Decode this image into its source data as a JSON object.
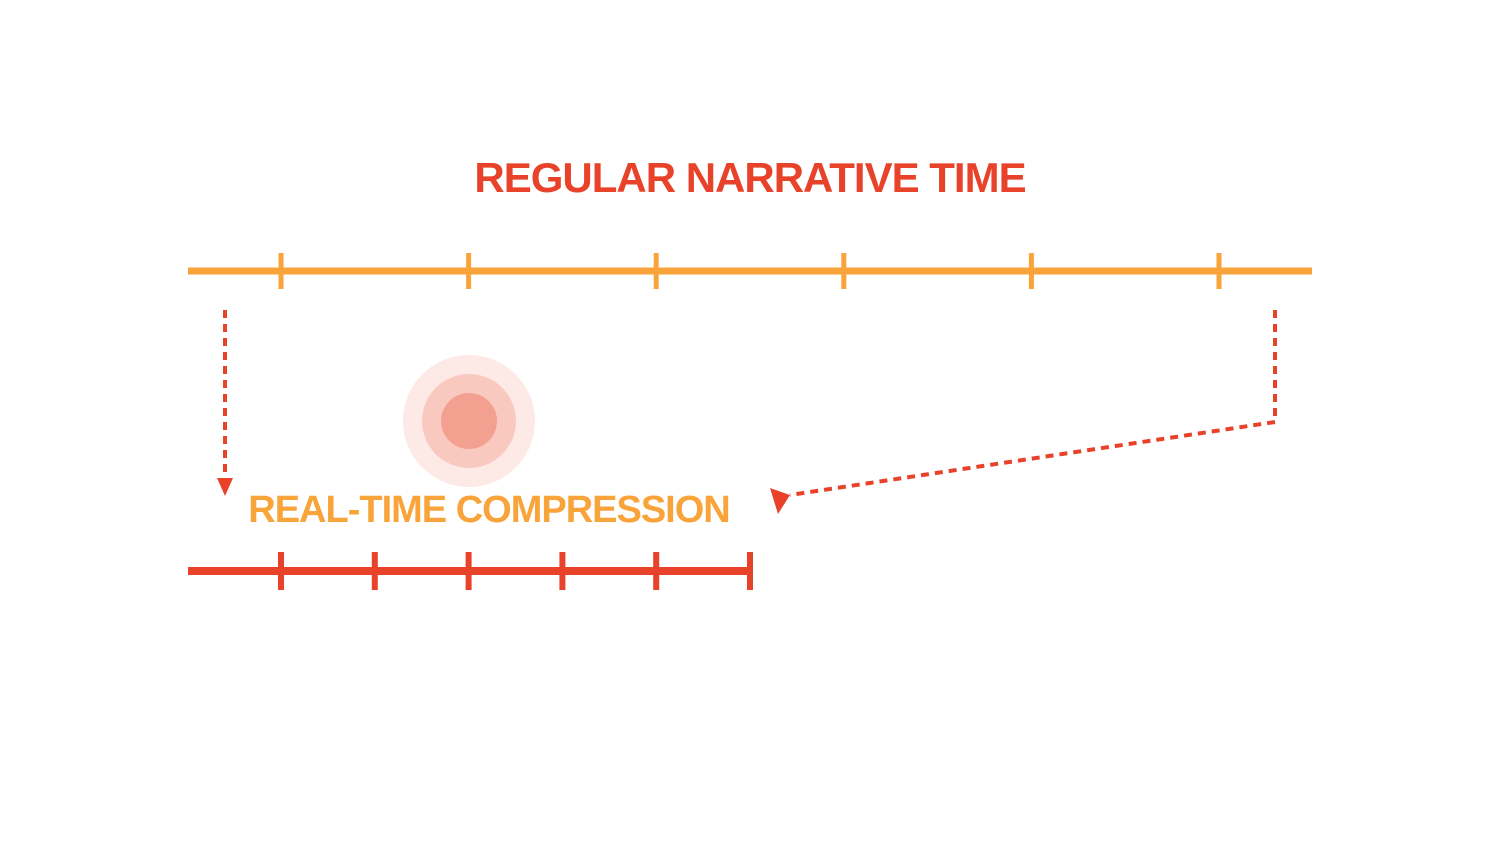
{
  "diagram": {
    "top_title": "REGULAR NARRATIVE TIME",
    "bottom_title": "REAL-TIME COMPRESSION",
    "top_timeline": {
      "tick_count": 6
    },
    "bottom_timeline": {
      "tick_count": 6
    }
  },
  "colors": {
    "red": "#E8432A",
    "orange": "#F9A43A",
    "pulse_inner": "#F4A090",
    "pulse_mid": "#F9C9C0",
    "pulse_outer": "#FDEAE6"
  }
}
